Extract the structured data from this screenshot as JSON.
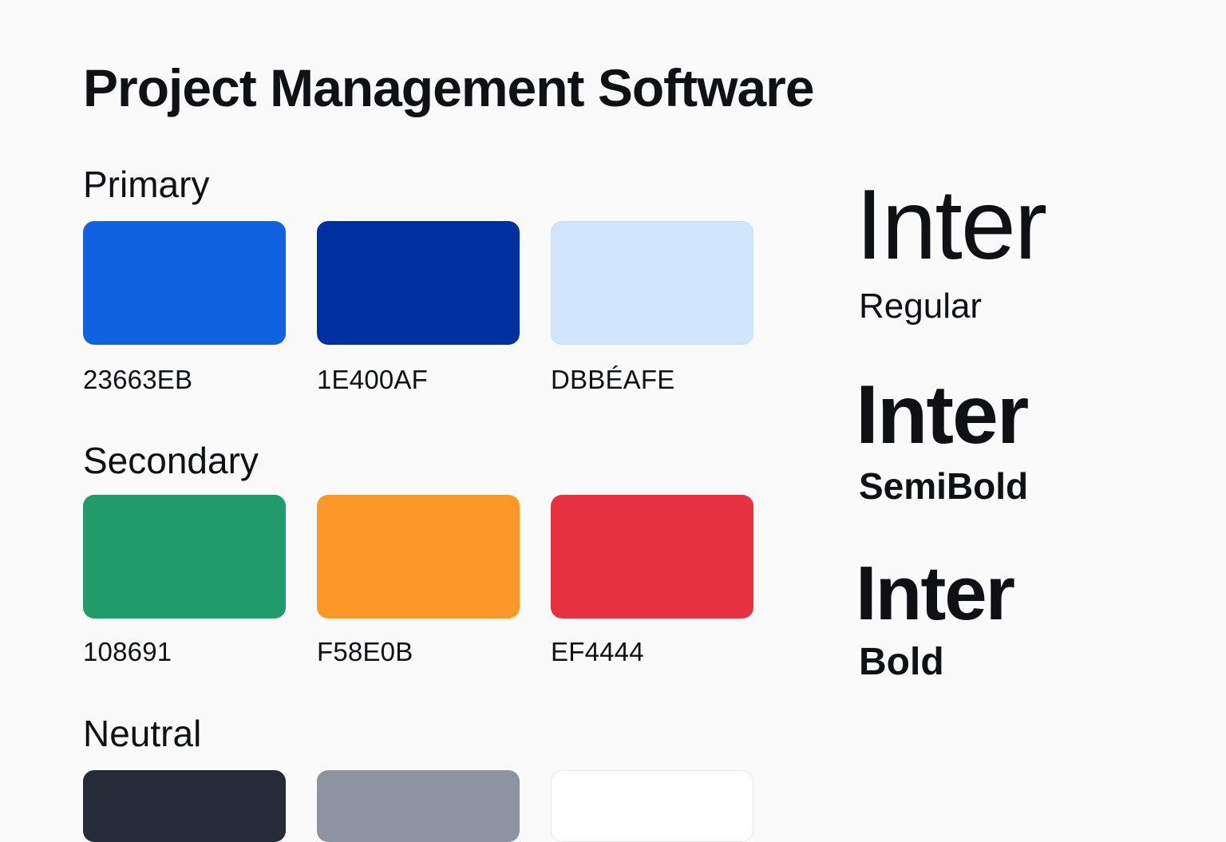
{
  "page": {
    "title": "Project Management Software",
    "background": "#fafafa"
  },
  "palette": {
    "primary": {
      "label": "Primary",
      "swatches": [
        {
          "code": "23663EB",
          "color": "#1062e0"
        },
        {
          "code": "1E400AF",
          "color": "#002f9f"
        },
        {
          "code": "DBBÉAFE",
          "color": "#d1e6fd"
        }
      ]
    },
    "secondary": {
      "label": "Secondary",
      "swatches": [
        {
          "code": "108691",
          "color": "#229b6c"
        },
        {
          "code": "F58E0B",
          "color": "#fc9829"
        },
        {
          "code": "EF4444",
          "color": "#e63241"
        }
      ]
    },
    "neutral": {
      "label": "Neutral",
      "swatches": [
        {
          "color": "#272a37"
        },
        {
          "color": "#8e93a1"
        },
        {
          "color": "#ffffff"
        }
      ]
    }
  },
  "typography": {
    "samples": [
      {
        "text": "Inter",
        "weight_label": "Regular"
      },
      {
        "text": "Inter",
        "weight_label": "SemiBold"
      },
      {
        "text": "Inter",
        "weight_label": "Bold"
      }
    ]
  }
}
